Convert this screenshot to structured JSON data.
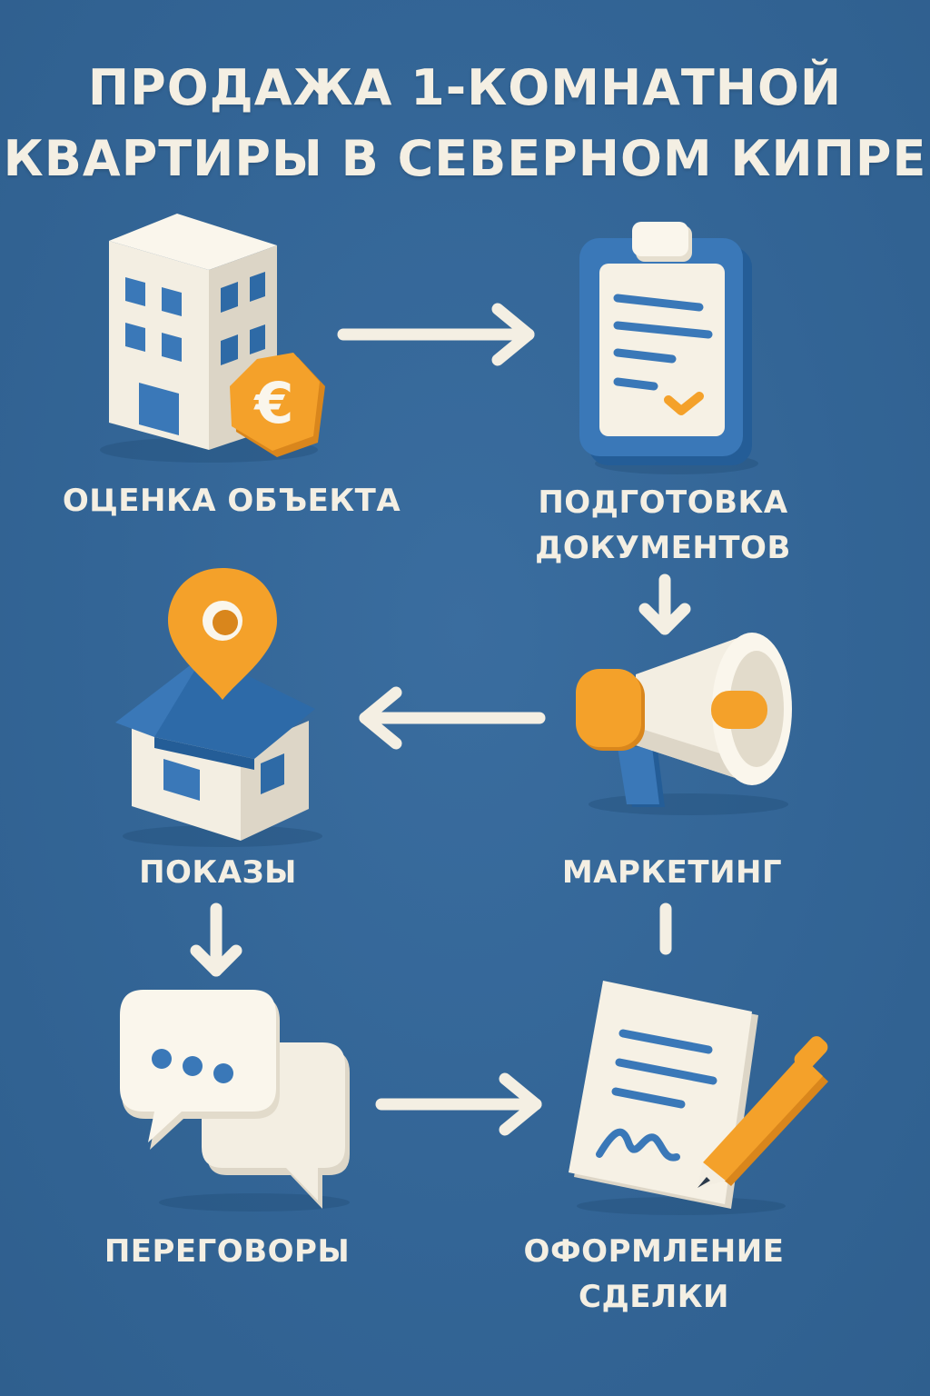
{
  "title": {
    "line1": "ПРОДАЖА 1-КОМНАТНОЙ",
    "line2": "КВАРТИРЫ В СЕВЕРНОМ КИПРЕ"
  },
  "steps": [
    {
      "id": "valuation",
      "label_lines": [
        "ОЦЕНКА ОБЪЕКТА"
      ],
      "icon": "building-euro-icon"
    },
    {
      "id": "documents",
      "label_lines": [
        "ПОДГОТОВКА",
        "ДОКУМЕНТОВ"
      ],
      "icon": "clipboard-icon"
    },
    {
      "id": "marketing",
      "label_lines": [
        "МАРКЕТИНГ"
      ],
      "icon": "megaphone-icon"
    },
    {
      "id": "showings",
      "label_lines": [
        "ПОКАЗЫ"
      ],
      "icon": "house-pin-icon"
    },
    {
      "id": "negotiations",
      "label_lines": [
        "ПЕРЕГОВОРЫ"
      ],
      "icon": "chat-bubbles-icon"
    },
    {
      "id": "closing",
      "label_lines": [
        "ОФОРМЛЕНИЕ",
        "СДЕЛКИ"
      ],
      "icon": "contract-pen-icon"
    }
  ],
  "colors": {
    "background": "#336596",
    "cream": "#f4efe3",
    "blue": "#3a78b8",
    "orange": "#f4a12a"
  }
}
